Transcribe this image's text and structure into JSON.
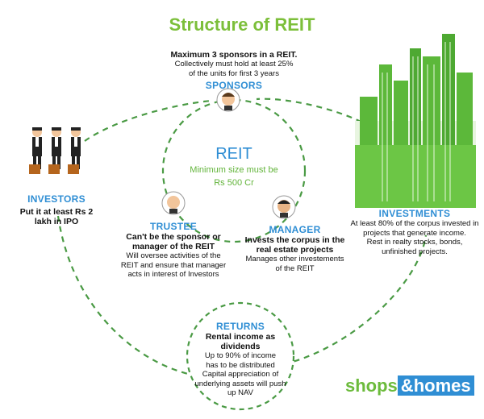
{
  "title": "Structure of REIT",
  "sponsors": {
    "bold": "Maximum 3 sponsors in a REIT.",
    "note": [
      "Collectively must hold at least 25%",
      "of the units for first 3 years"
    ],
    "label": "SPONSORS"
  },
  "reit": {
    "title": "REIT",
    "lines": [
      "Minimum size must be",
      "Rs 500 Cr"
    ]
  },
  "investors": {
    "label": "INVESTORS",
    "bold": [
      "Put it at least Rs 2",
      "lakh in IPO"
    ]
  },
  "trustee": {
    "label": "TRUSTEE",
    "bold": [
      "Can't be the sponsor or",
      "manager of the REIT"
    ],
    "note": [
      "Will oversee activities of the",
      "REIT and ensure that manager",
      "acts in interest of Investors"
    ]
  },
  "manager": {
    "label": "MANAGER",
    "bold": [
      "Invests the corpus in the",
      "real estate projects"
    ],
    "note": [
      "Manages other investements",
      "of the REIT"
    ]
  },
  "investments": {
    "label": "INVESTMENTS",
    "note": [
      "At least 80% of the corpus invested in",
      "projects that generate income.",
      "Rest in realty stocks, bonds,",
      "unfinished projects."
    ]
  },
  "returns": {
    "label": "RETURNS",
    "bold": [
      "Rental income as",
      "dividends"
    ],
    "note": [
      "Up to 90% of income",
      "has to be distributed",
      "Capital appreciation of",
      "underlying assets will push",
      "up NAV"
    ]
  },
  "logo": {
    "part1": "shops",
    "part2": "&",
    "part3": "homes"
  },
  "colors": {
    "green": "#7cbf3a",
    "blue": "#2f8ed4",
    "building_green": "#5cb83a"
  }
}
